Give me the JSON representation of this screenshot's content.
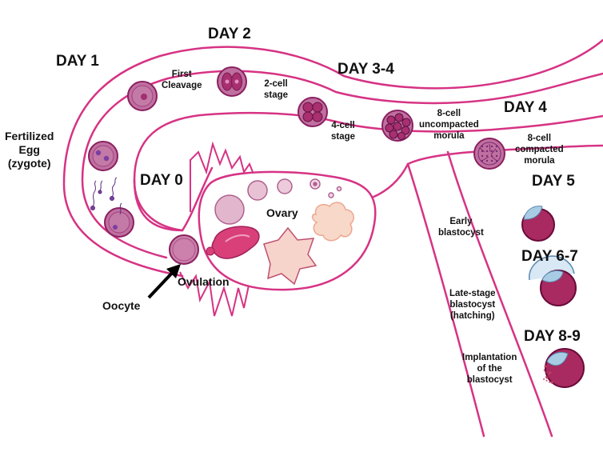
{
  "days": {
    "day0": "DAY 0",
    "day1": "DAY 1",
    "day2": "DAY 2",
    "day34": "DAY 3-4",
    "day4": "DAY 4",
    "day5": "DAY 5",
    "day67": "DAY 6-7",
    "day89": "DAY 8-9"
  },
  "labels": {
    "fertilized": [
      "Fertilized",
      "Egg",
      "(zygote)"
    ],
    "first_cleavage": [
      "First",
      "Cleavage"
    ],
    "two_cell": [
      "2-cell",
      "stage"
    ],
    "four_cell": [
      "4-cell",
      "stage"
    ],
    "uncompacted": [
      "8-cell",
      "uncompacted",
      "morula"
    ],
    "compacted": [
      "8-cell",
      "compacted",
      "morula"
    ],
    "early_blastocyst": [
      "Early",
      "blastocyst"
    ],
    "late_blastocyst": [
      "Late-stage",
      "blastocyst",
      "(hatching)"
    ],
    "implantation": [
      "Implantation",
      "of the",
      "blastocyst"
    ],
    "ovary": "Ovary",
    "ovulation": "Ovulation",
    "oocyte": "Oocyte"
  },
  "colors": {
    "tube_outline": "#d63384",
    "cell_fill": "#c0709e",
    "cell_dark": "#a0306a",
    "blastocyst_fill": "#a82a60",
    "zona_blue": "#a8cce4",
    "follicle": "#e0b0c8",
    "corpus_luteum": "#f6d0c4",
    "ruptured_follicle": "#d9407a",
    "sperm": "#7a3fa0"
  }
}
